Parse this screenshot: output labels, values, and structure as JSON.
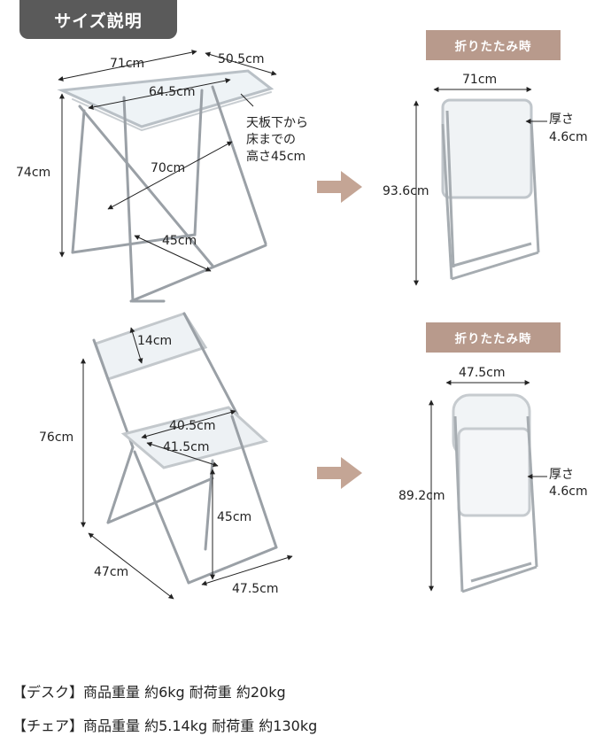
{
  "header": {
    "title": "サイズ説明"
  },
  "fold_tag_desk": "折りたたみ時",
  "fold_tag_chair": "折りたたみ時",
  "desk": {
    "w": "71cm",
    "d": "50.5cm",
    "inner": "64.5cm",
    "h": "74cm",
    "diag": "70cm",
    "base": "45cm",
    "note_l1": "天板下から",
    "note_l2": "床までの",
    "note_l3": "高さ45cm"
  },
  "desk_folded": {
    "w": "71cm",
    "h": "93.6cm",
    "thick_l1": "厚さ",
    "thick_l2": "4.6cm"
  },
  "chair": {
    "back": "14cm",
    "h": "76cm",
    "seat_w": "40.5cm",
    "seat_d": "41.5cm",
    "seat_h": "45cm",
    "depth": "47cm",
    "width": "47.5cm"
  },
  "chair_folded": {
    "w": "47.5cm",
    "h": "89.2cm",
    "thick_l1": "厚さ",
    "thick_l2": "4.6cm"
  },
  "notes": {
    "desk": "【デスク】商品重量 約6kg 耐荷重 約20kg",
    "chair": "【チェア】商品重量 約5.14kg 耐荷重 約130kg"
  },
  "colors": {
    "accent_tag": "#b89a8c",
    "header_bg": "#5a5a5a",
    "arrow": "#c4a595"
  }
}
